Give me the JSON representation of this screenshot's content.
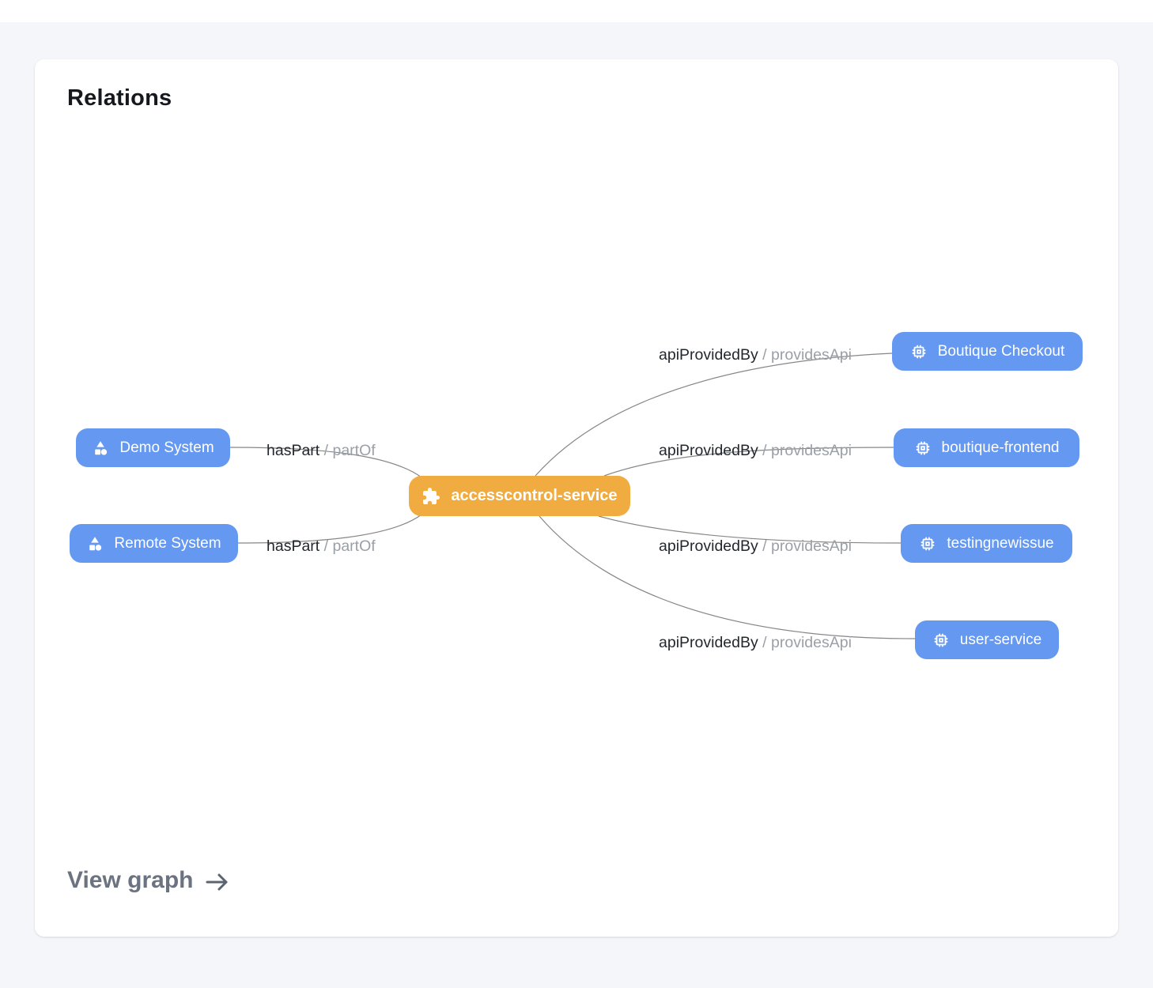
{
  "card": {
    "title": "Relations"
  },
  "nodes": {
    "center": {
      "label": "accesscontrol-service",
      "icon": "puzzle-icon",
      "color": "#f0ac40"
    },
    "left": [
      {
        "label": "Demo System",
        "icon": "system-icon",
        "color": "#6598f0"
      },
      {
        "label": "Remote System",
        "icon": "system-icon",
        "color": "#6598f0"
      }
    ],
    "right": [
      {
        "label": "Boutique Checkout",
        "icon": "chip-icon",
        "color": "#6598f0"
      },
      {
        "label": "boutique-frontend",
        "icon": "chip-icon",
        "color": "#6598f0"
      },
      {
        "label": "testingnewissue",
        "icon": "chip-icon",
        "color": "#6598f0"
      },
      {
        "label": "user-service",
        "icon": "chip-icon",
        "color": "#6598f0"
      }
    ]
  },
  "edges": [
    {
      "from": "Demo System",
      "to": "accesscontrol-service",
      "primary": "hasPart",
      "sep": "/",
      "secondary": "partOf"
    },
    {
      "from": "Remote System",
      "to": "accesscontrol-service",
      "primary": "hasPart",
      "sep": "/",
      "secondary": "partOf"
    },
    {
      "from": "accesscontrol-service",
      "to": "Boutique Checkout",
      "primary": "apiProvidedBy",
      "sep": "/",
      "secondary": "providesApi"
    },
    {
      "from": "accesscontrol-service",
      "to": "boutique-frontend",
      "primary": "apiProvidedBy",
      "sep": "/",
      "secondary": "providesApi"
    },
    {
      "from": "accesscontrol-service",
      "to": "testingnewissue",
      "primary": "apiProvidedBy",
      "sep": "/",
      "secondary": "providesApi"
    },
    {
      "from": "accesscontrol-service",
      "to": "user-service",
      "primary": "apiProvidedBy",
      "sep": "/",
      "secondary": "providesApi"
    }
  ],
  "footer": {
    "view_graph_label": "View graph"
  },
  "colors": {
    "background": "#f4f6fa",
    "card": "#ffffff",
    "node_blue": "#6598f0",
    "node_orange": "#f0ac40",
    "edge_line": "#868686",
    "edge_label_primary": "#23272e",
    "edge_label_secondary": "#9aa0a8",
    "view_graph_text": "#6b7280"
  }
}
